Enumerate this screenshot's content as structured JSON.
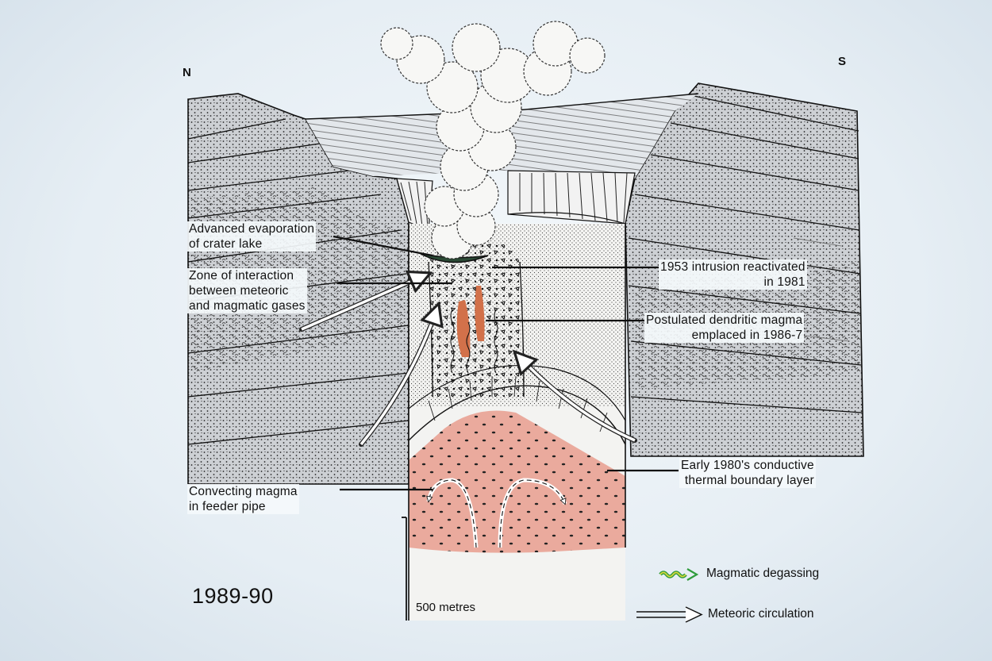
{
  "compass": {
    "north": "N",
    "south": "S"
  },
  "year": "1989-90",
  "scale_bar": {
    "label": "500 metres"
  },
  "labels": {
    "advanced_evaporation": [
      "Advanced evaporation",
      "of crater lake"
    ],
    "zone_interaction": [
      "Zone of interaction",
      "between meteoric",
      "and magmatic gases"
    ],
    "intrusion_1953": [
      "1953 intrusion reactivated",
      "in 1981"
    ],
    "dendritic_magma": [
      "Postulated dendritic magma",
      "emplaced in 1986-7"
    ],
    "thermal_boundary": [
      "Early 1980's conductive",
      "thermal boundary layer"
    ],
    "convecting_magma": [
      "Convecting magma",
      "in feeder pipe"
    ]
  },
  "legend": {
    "magmatic_degassing": "Magmatic degassing",
    "meteoric_circulation": "Meteoric circulation"
  },
  "colors": {
    "magma": "#e9a294",
    "dendrite": "#d2714a",
    "degassing_line": "#2f9c3c",
    "degassing_fill": "#d9d73c",
    "crater_lake": "#2b4a35",
    "rock": "#c9ccd1"
  }
}
